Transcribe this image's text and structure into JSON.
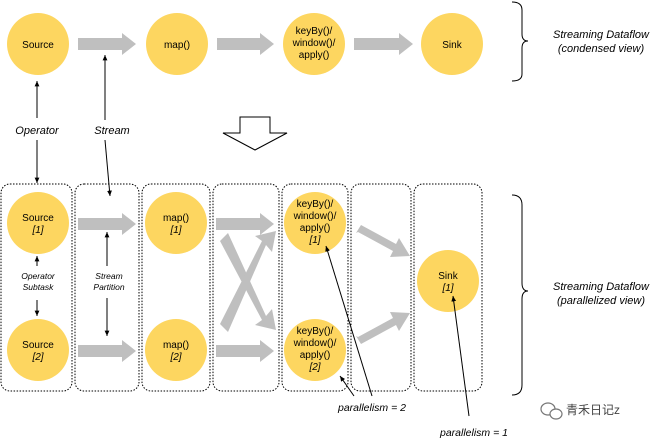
{
  "condensed": {
    "source": "Source",
    "map": "map()",
    "keyby": [
      "keyBy()/",
      "window()/",
      "apply()"
    ],
    "sink": "Sink",
    "side_label": [
      "Streaming Dataflow",
      "(condensed view)"
    ]
  },
  "annotations": {
    "operator": "Operator",
    "stream": "Stream",
    "operator_subtask": [
      "Operator",
      "Subtask"
    ],
    "stream_partition": [
      "Stream",
      "Partition"
    ]
  },
  "parallel": {
    "source_1": [
      "Source",
      "[1]"
    ],
    "source_2": [
      "Source",
      "[2]"
    ],
    "map_1": [
      "map()",
      "[1]"
    ],
    "map_2": [
      "map()",
      "[2]"
    ],
    "keyby_1": [
      "keyBy()/",
      "window()/",
      "apply()",
      "[1]"
    ],
    "keyby_2": [
      "keyBy()/",
      "window()/",
      "apply()",
      "[2]"
    ],
    "sink_1": [
      "Sink",
      "[1]"
    ],
    "side_label": [
      "Streaming Dataflow",
      "(parallelized view)"
    ]
  },
  "parallelism_2": "parallelism = 2",
  "parallelism_1": "parallelism = 1",
  "watermark": "青禾日记z",
  "colors": {
    "node_fill": "#FDD660",
    "arrow_fill": "#BFBFBF",
    "line": "#000000"
  }
}
